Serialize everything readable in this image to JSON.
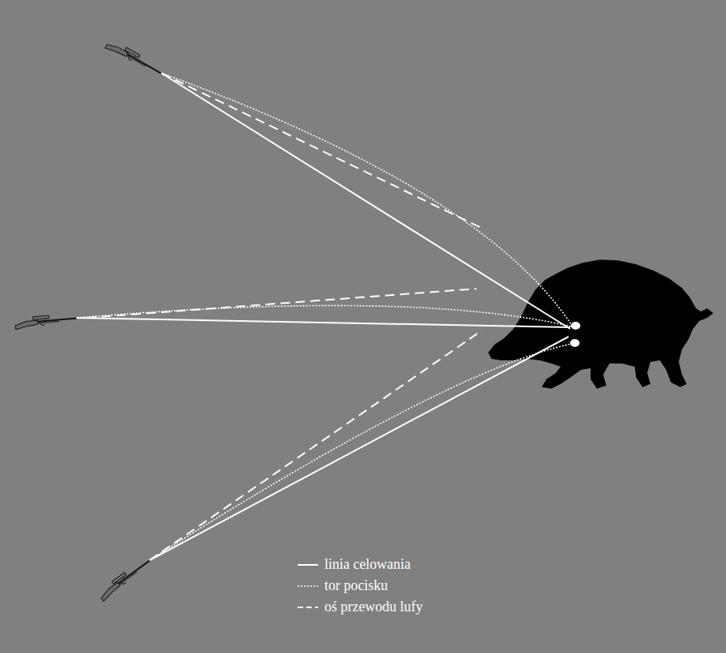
{
  "diagram": {
    "legend": [
      {
        "text": "linia celowania"
      },
      {
        "text": "tor pocisku"
      },
      {
        "text": "oś przewodu lufy"
      }
    ]
  }
}
